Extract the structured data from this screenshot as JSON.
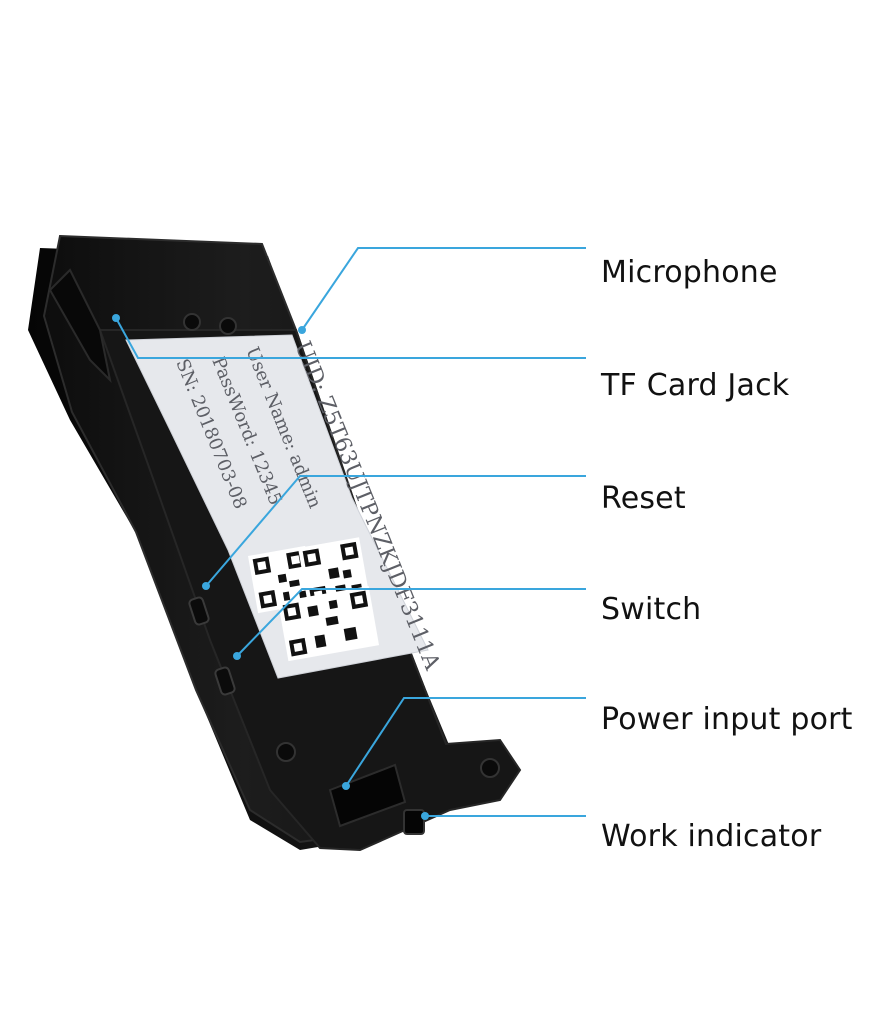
{
  "colors": {
    "callout_line": "#3aa6dd",
    "device_body": "#161616",
    "device_edge": "#2c2c2c",
    "sticker": "#e6e8ec",
    "sticker_text": "#5d5f66"
  },
  "sticker": {
    "uid": "UID: Z5T63UJTPNZKJDF3111A",
    "user_name": "User Name: admin",
    "password": "PassWord: 12345",
    "sn": "SN: 20180703-08"
  },
  "callouts": [
    {
      "id": "microphone",
      "label": "Microphone"
    },
    {
      "id": "tf-card-jack",
      "label": "TF Card Jack"
    },
    {
      "id": "reset",
      "label": "Reset"
    },
    {
      "id": "switch",
      "label": "Switch"
    },
    {
      "id": "power-input-port",
      "label": "Power input port"
    },
    {
      "id": "work-indicator",
      "label": "Work indicator"
    }
  ]
}
